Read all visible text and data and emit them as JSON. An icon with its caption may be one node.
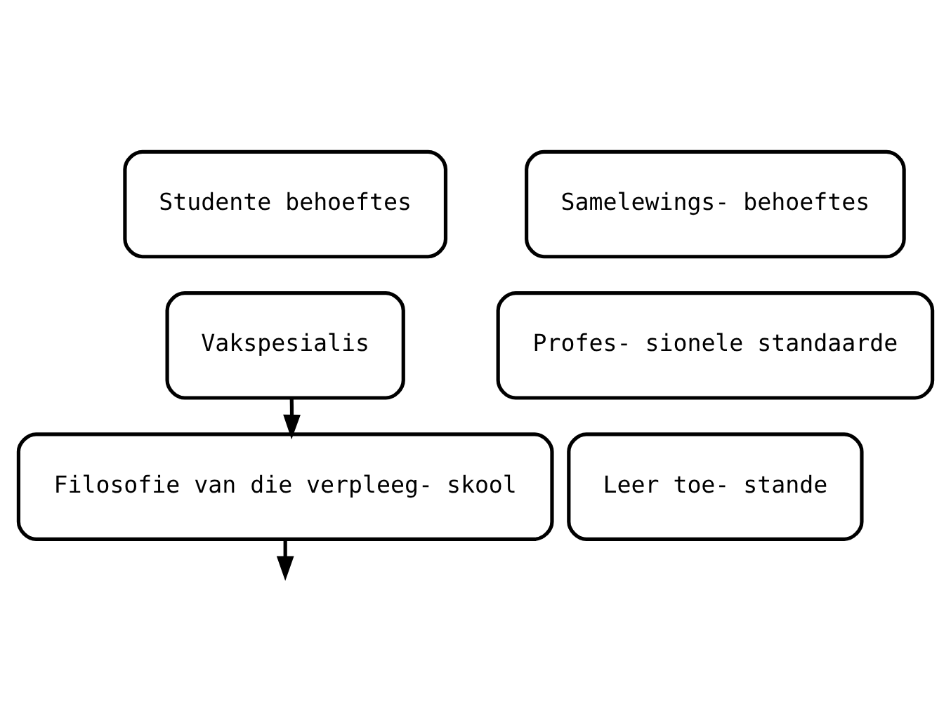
{
  "diagram": {
    "nodes": [
      {
        "text": [
          "Studente behoeftes"
        ]
      },
      {
        "text": [
          "Samelewings- behoeftes"
        ]
      },
      {
        "text": [
          "Vakspesialis"
        ]
      },
      {
        "text": [
          "Profes- sionele standaarde"
        ]
      },
      {
        "text": [
          "Filosofie van die verpleeg- skool"
        ]
      },
      {
        "text": [
          "Leer toe- stande"
        ]
      }
    ],
    "edges": [
      {
        "from": 2,
        "to": 4,
        "arrow": "to"
      },
      {
        "from": 4,
        "to": null,
        "arrow": "to"
      }
    ]
  }
}
